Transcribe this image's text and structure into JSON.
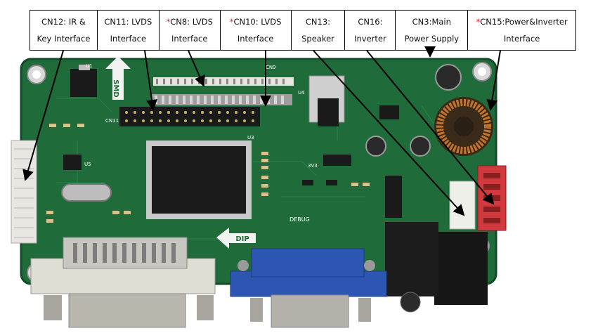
{
  "labels": [
    {
      "star": "",
      "line1": "CN12: IR &",
      "line2": "Key Interface"
    },
    {
      "star": "",
      "line1": "CN11: LVDS",
      "line2": "Interface"
    },
    {
      "star": "*",
      "line1": "CN8: LVDS",
      "line2": "Interface"
    },
    {
      "star": "*",
      "line1": "CN10: LVDS",
      "line2": "Interface"
    },
    {
      "star": "",
      "line1": "CN13:",
      "line2": "Speaker"
    },
    {
      "star": "",
      "line1": "CN16:",
      "line2": "Inverter"
    },
    {
      "star": "",
      "line1": "CN3:Main",
      "line2": "Power Supply"
    },
    {
      "star": "*",
      "line1": "CN15:Power&Inverter",
      "line2": "Interface"
    }
  ],
  "board_text": {
    "smd": "SMD",
    "dip": "DIP",
    "debug": "DEBUG",
    "cn11": "CN11",
    "cn9": "CN9",
    "u1": "U1",
    "u3": "U3",
    "u4": "U4",
    "u5": "U5",
    "v3v3": "3V3"
  },
  "colors": {
    "pcb": "#1f6b3a",
    "pcb_dark": "#134a27",
    "header_black": "#1a1a1a",
    "white_connector": "#e8e6e0",
    "red_connector": "#d23a3f",
    "vga_blue": "#2d56b3",
    "arrow": "#000000",
    "star": "#e0201b"
  }
}
